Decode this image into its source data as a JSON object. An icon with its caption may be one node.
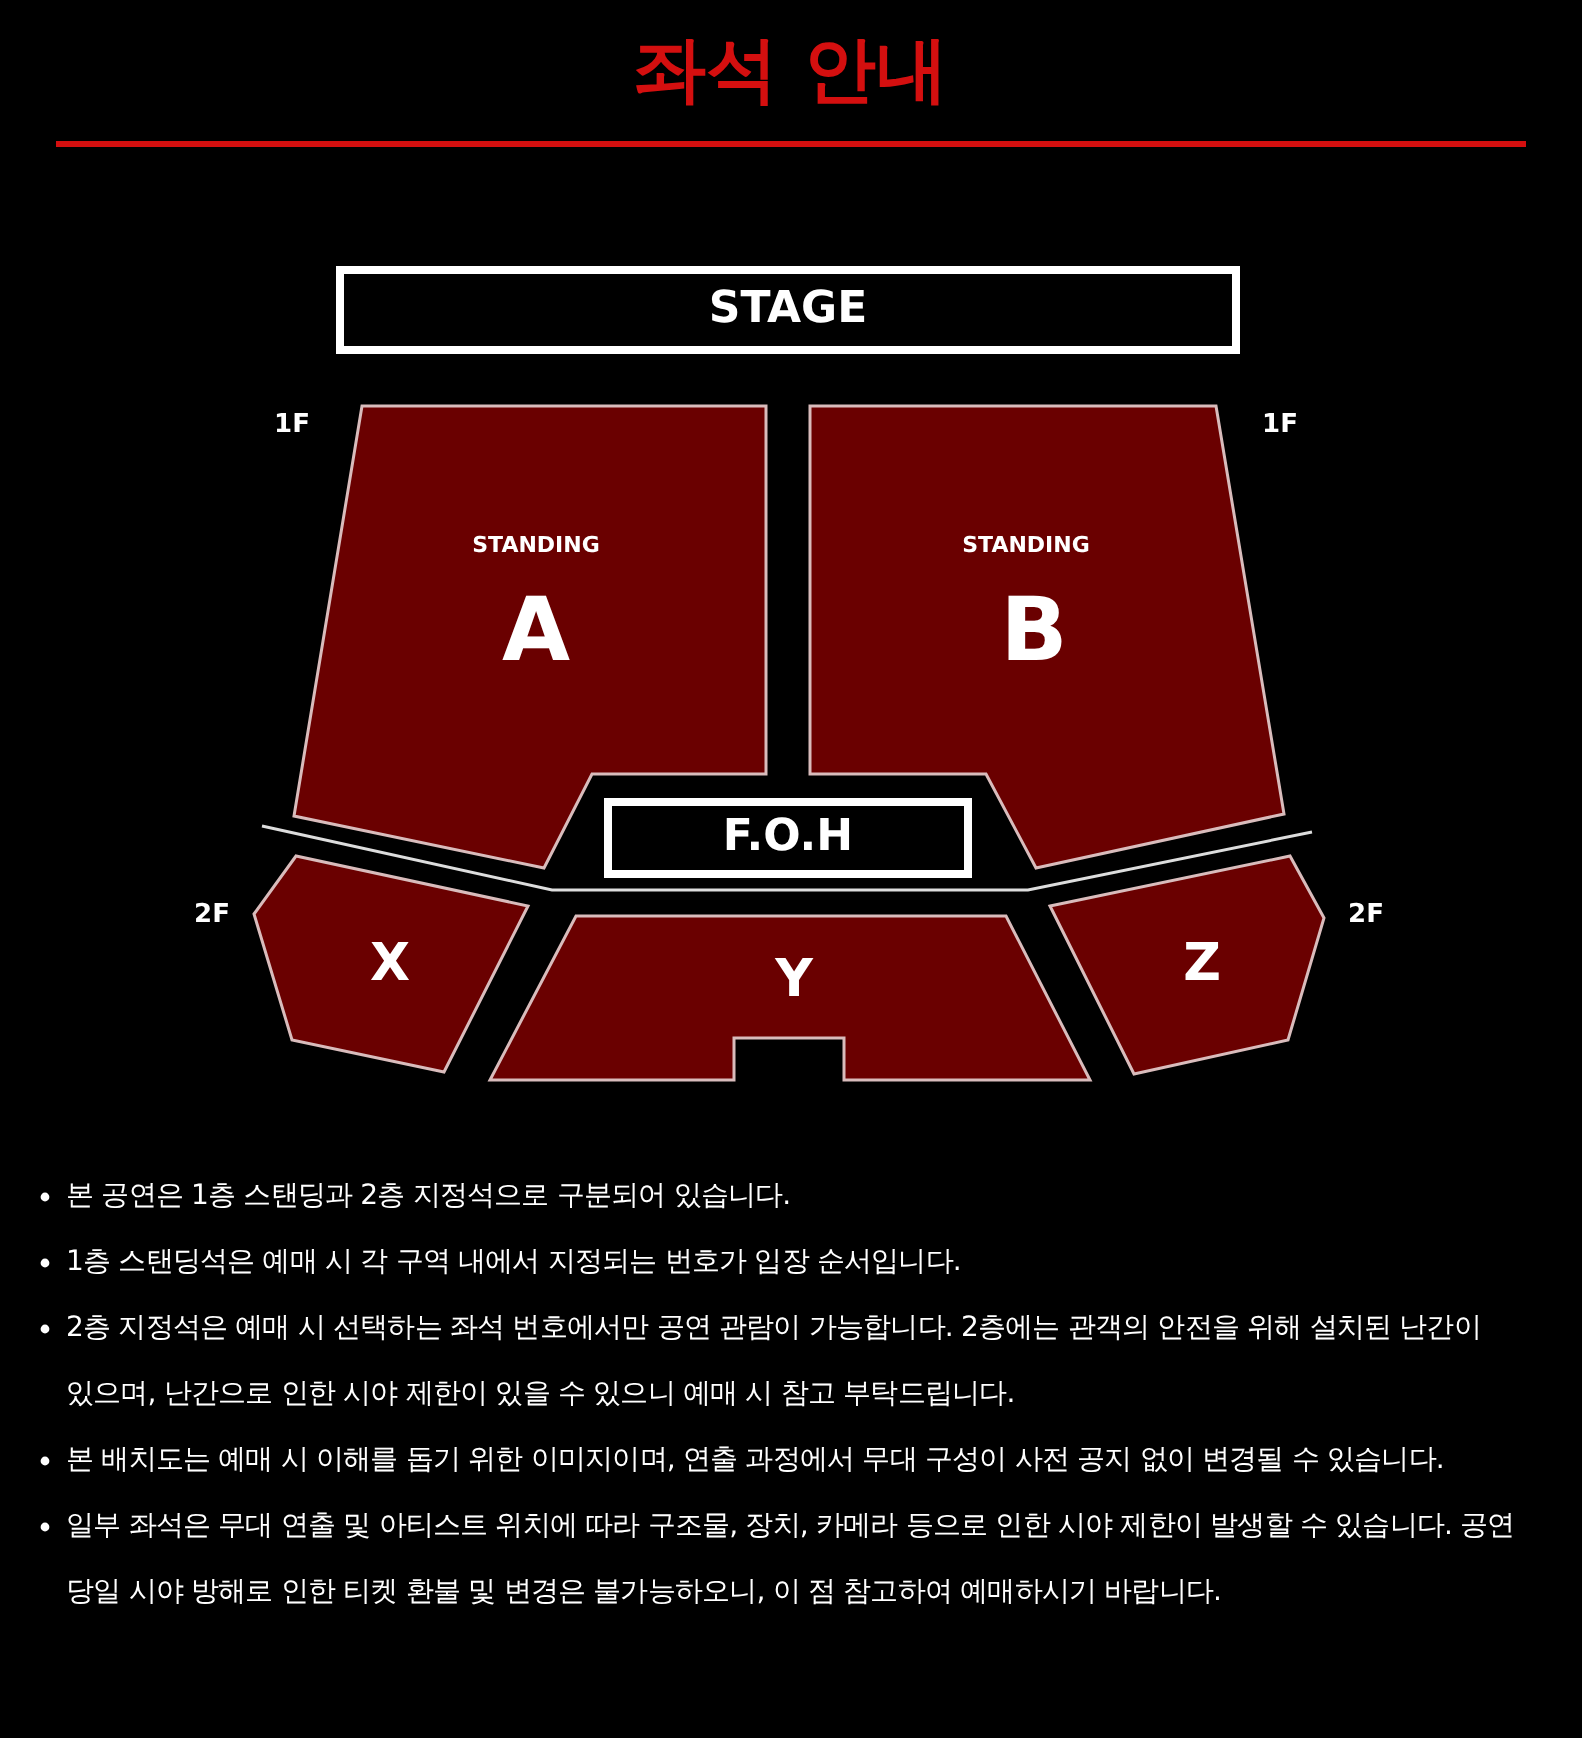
{
  "diagram": {
    "title": "좌석 안내",
    "nodes": [
      {
        "text": [
          "STAGE"
        ]
      },
      {
        "text": [
          "STANDING",
          "A"
        ]
      },
      {
        "text": [
          "STANDING",
          "B"
        ]
      },
      {
        "text": [
          "F.O.H"
        ]
      },
      {
        "text": [
          "X"
        ]
      },
      {
        "text": [
          "Y"
        ]
      },
      {
        "text": [
          "Z"
        ]
      }
    ],
    "labels": [
      "1F",
      "1F",
      "2F",
      "2F",
      "본 공연은 1층 스탠딩과 2층 지정석으로 구분되어 있습니다.",
      "1층 스탠딩석은 예매 시 각 구역 내에서 지정되는 번호가 입장 순서입니다.",
      "2층 지정석은 예매 시 선택하는 좌석 번호에서만 공연 관람이 가능합니다. 2층에는 관객의 안전을 위해 설치된 난간이 있으며, 난간으로 인한 시야 제한이 있을 수 있으니 예매 시 참고 부탁드립니다.",
      "본 배치도는 예매 시 이해를 돕기 위한 이미지이며, 연출 과정에서 무대 구성이 사전 공지 없이 변경될 수 있습니다.",
      "일부 좌석은 무대 연출 및 아티스트 위치에 따라 구조물, 장치, 카메라 등으로 인한 시야 제한이 발생할 수 있습니다. 공연 당일 시야 방해로 인한 티켓 환불 및 변경은 불가능하오니, 이 점 참고하여 예매하시기 바랍니다."
    ]
  }
}
